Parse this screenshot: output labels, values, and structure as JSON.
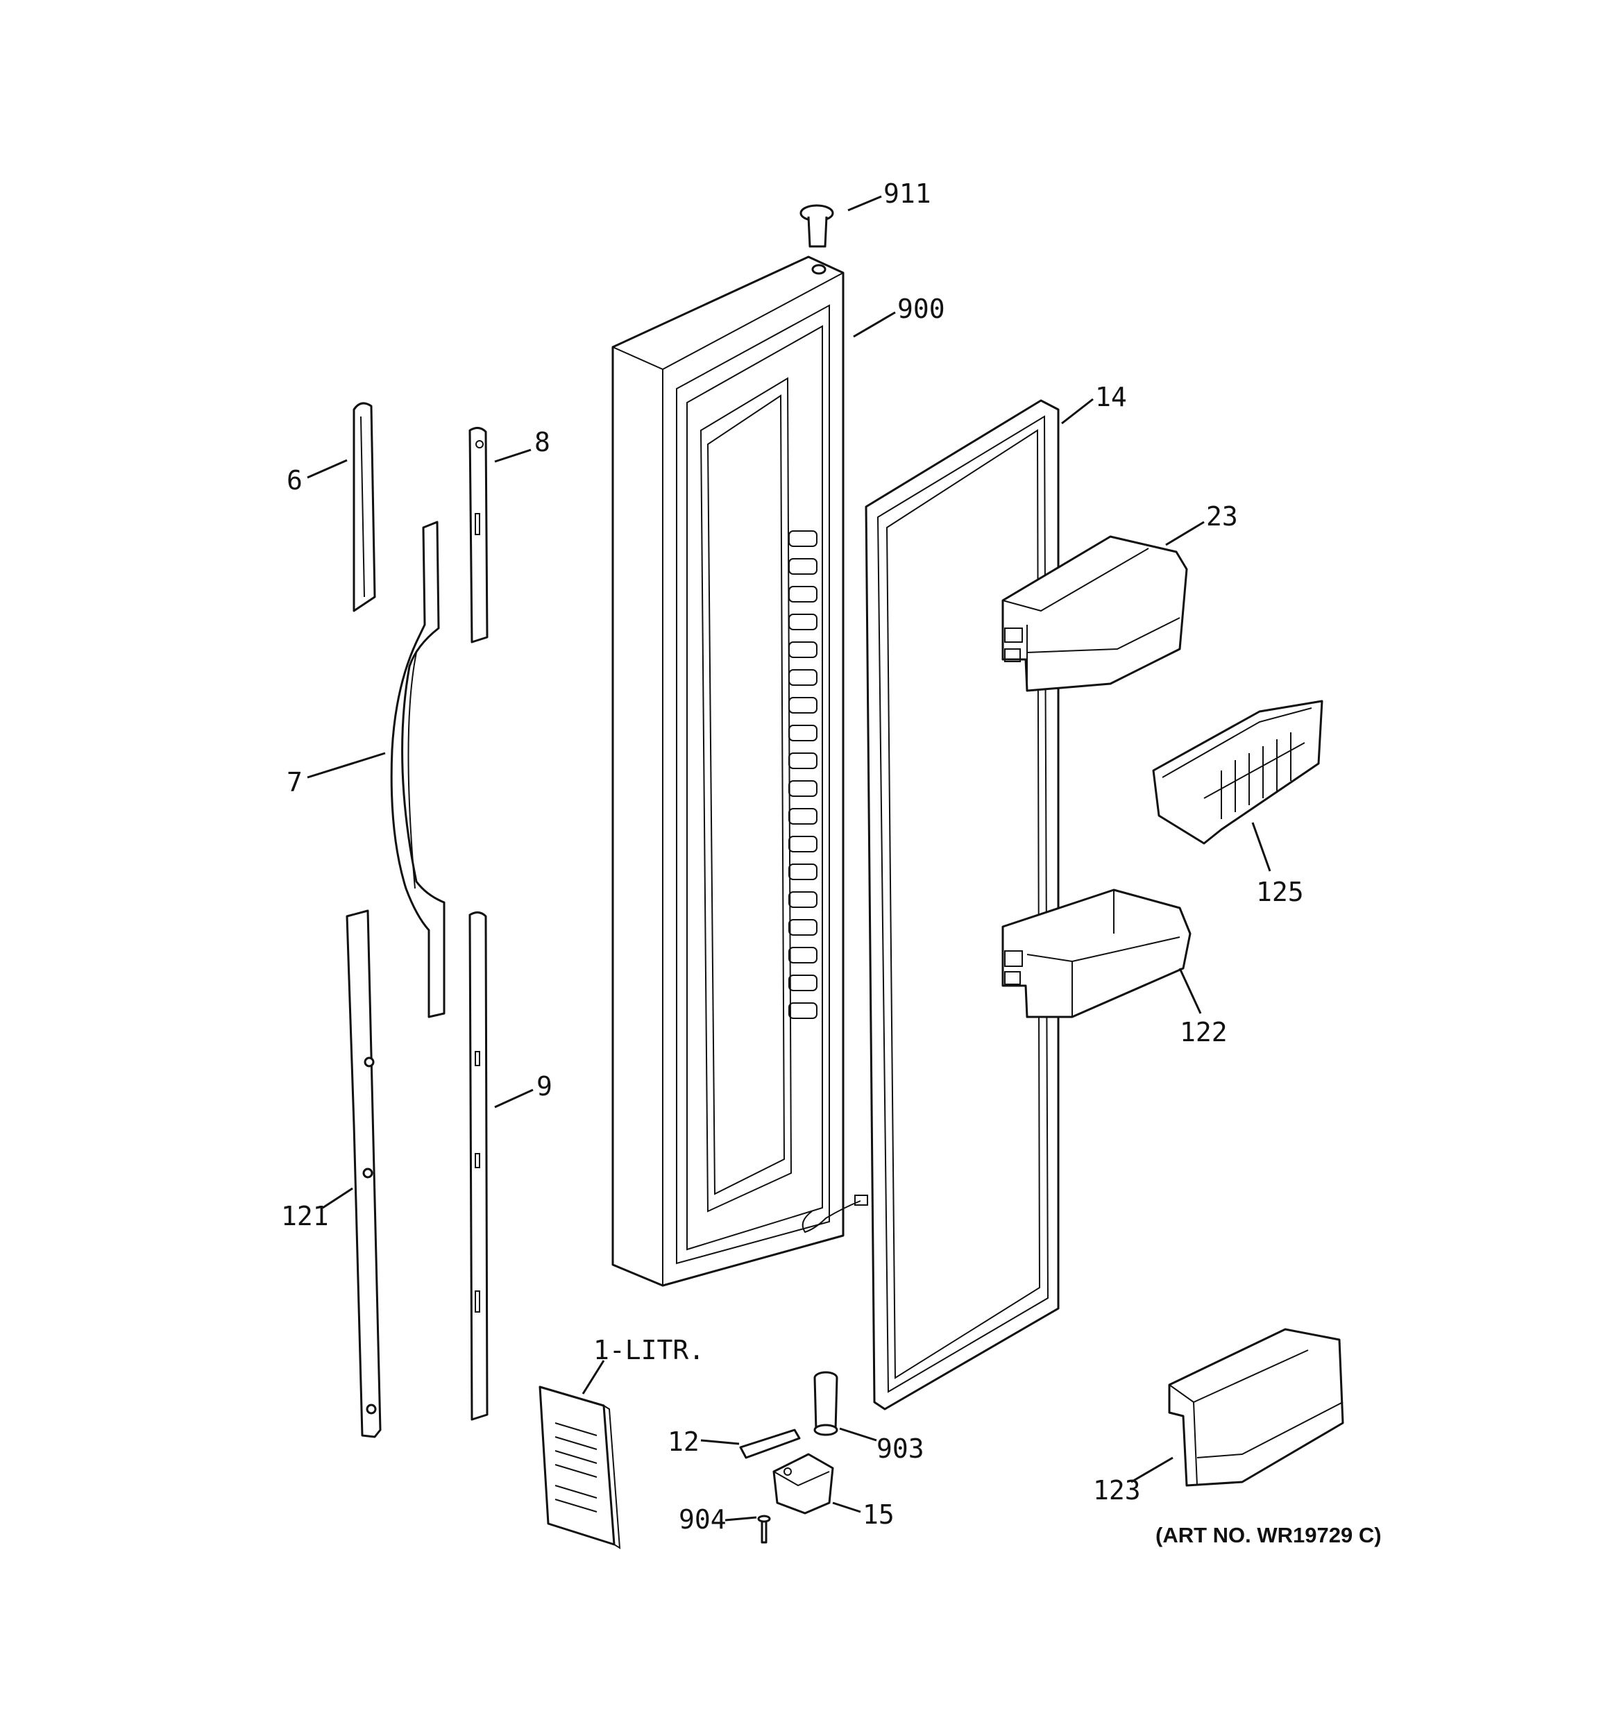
{
  "diagram": {
    "callouts": {
      "p911": "911",
      "p900": "900",
      "p14": "14",
      "p8": "8",
      "p6": "6",
      "p23": "23",
      "p7": "7",
      "p125": "125",
      "p122": "122",
      "p9": "9",
      "p121": "121",
      "p1litr": "1-LITR.",
      "p12": "12",
      "p903": "903",
      "p904": "904",
      "p15": "15",
      "p123": "123"
    },
    "art_number": "(ART NO. WR19729 C)"
  }
}
